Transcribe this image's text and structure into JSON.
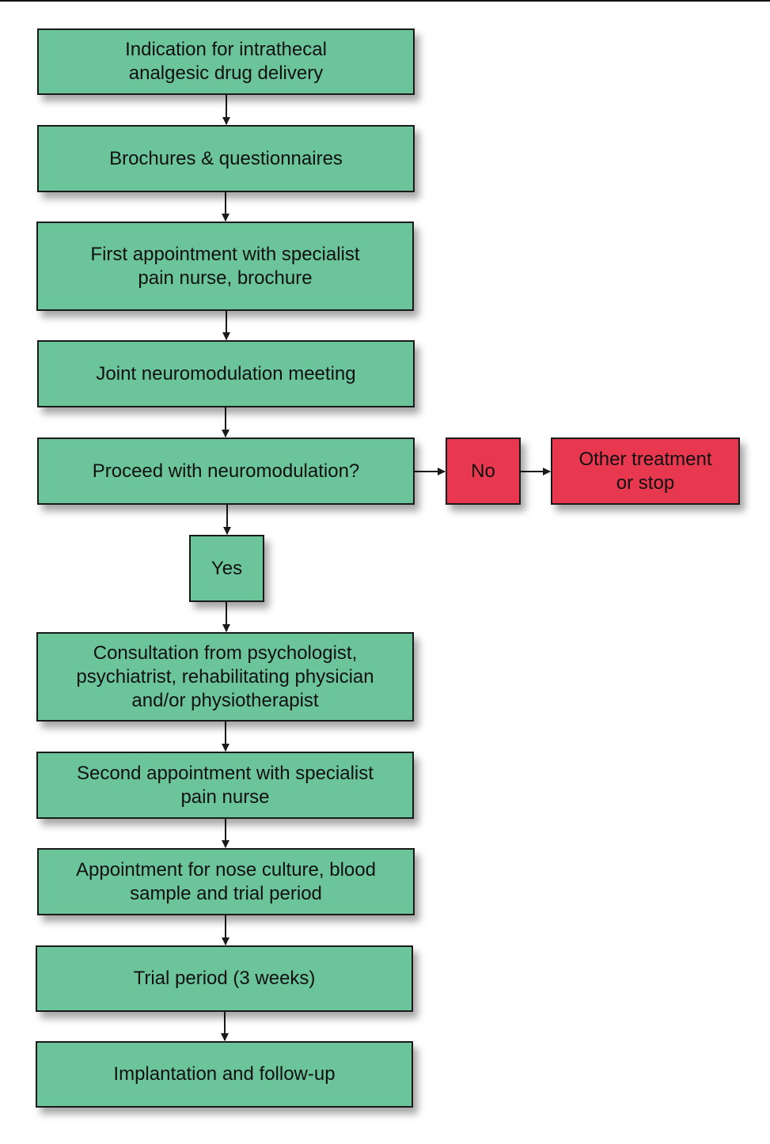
{
  "colors": {
    "step_fill": "#6cc49a",
    "stop_fill": "#e8384f",
    "line": "#1a1a1a"
  },
  "flowchart": {
    "steps": [
      "Indication for intrathecal\nanalgesic drug delivery",
      "Brochures & questionnaires",
      "First appointment with specialist\npain nurse, brochure",
      "Joint neuromodulation meeting",
      "Proceed with neuromodulation?",
      "Consultation from psychologist,\npsychiatrist, rehabilitating physician\nand/or physiotherapist",
      "Second appointment with specialist\npain nurse",
      "Appointment for nose culture, blood\nsample and trial period",
      "Trial period (3 weeks)",
      "Implantation and follow-up"
    ],
    "yes_label": "Yes",
    "no_label": "No",
    "stop_text": "Other treatment\nor stop"
  }
}
